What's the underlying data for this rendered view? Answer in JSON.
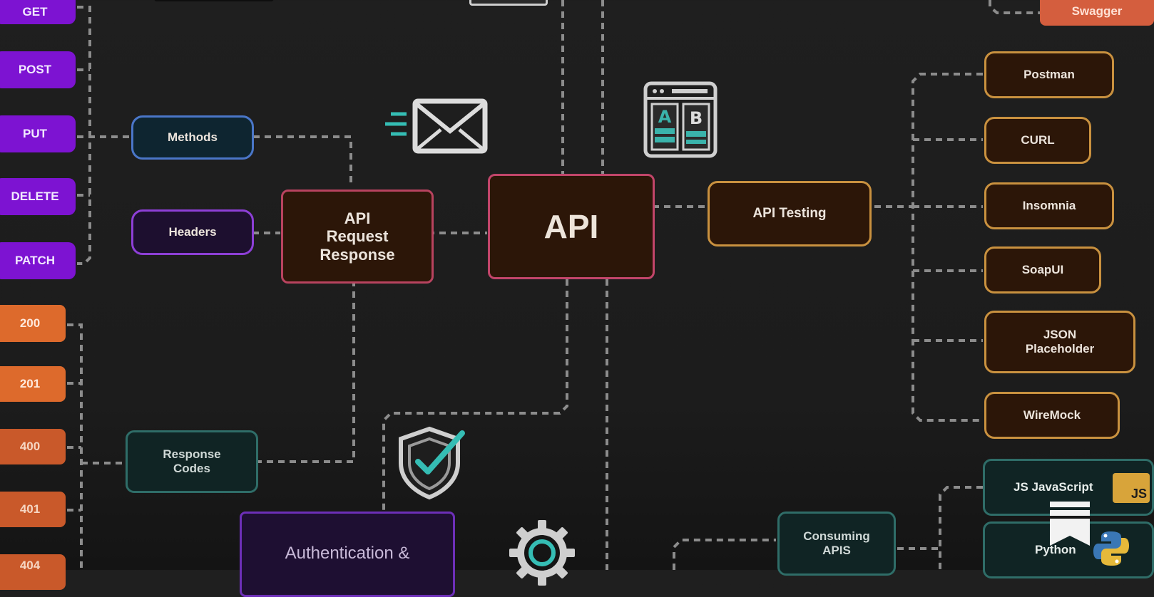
{
  "methods": {
    "label": "Methods",
    "items": [
      "GET",
      "POST",
      "PUT",
      "DELETE",
      "PATCH"
    ]
  },
  "headers": {
    "label": "Headers"
  },
  "response_codes": {
    "label": "Response\nCodes",
    "items": [
      "200",
      "201",
      "400",
      "401",
      "404"
    ]
  },
  "request_response": {
    "label": "API\nRequest\nResponse"
  },
  "api": {
    "label": "API"
  },
  "api_testing": {
    "label": "API Testing"
  },
  "testing_tools": [
    "Postman",
    "CURL",
    "Insomnia",
    "SoapUI",
    "JSON\nPlaceholder",
    "WireMock"
  ],
  "swagger": {
    "label": "Swagger"
  },
  "auth": {
    "label": "Authentication &"
  },
  "consuming": {
    "label": "Consuming\nAPIS"
  },
  "languages": [
    {
      "label": "JS JavaScript",
      "badge": "JS"
    },
    {
      "label": "Python"
    }
  ],
  "icons": {
    "envelope": "envelope-icon",
    "ab_test": "ab-test-window-icon",
    "ab_letters": [
      "A",
      "B"
    ],
    "shield": "shield-check-icon",
    "gear": "gear-icon",
    "bookmark": "bookmark-icon",
    "python": "python-logo-icon"
  },
  "colors": {
    "background": "#1f1f1f",
    "method_fill": "#7d13d2",
    "code_fill": "#dd6a2c",
    "api_border": "#c2456a",
    "testing_border": "#c9913f",
    "teal_accent": "#2fb8b0"
  }
}
